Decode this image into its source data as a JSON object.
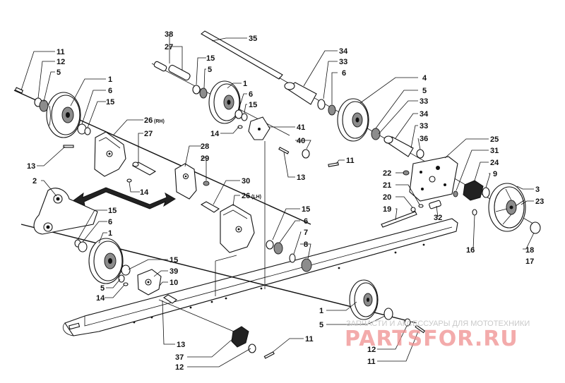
{
  "watermark": {
    "caption": "ЗАПЧАСТИ И АКСЕССУАРЫ ДЛЯ МОТОТЕХНИКИ",
    "logo": "PARTSFOR.RU"
  },
  "labels": {
    "l11a": "11",
    "l12a": "12",
    "l5a": "5",
    "l1a": "1",
    "l6a": "6",
    "l15a": "15",
    "l13a": "13",
    "l26rh": "26",
    "l26rh_suffix": "(RH)",
    "l27a": "27",
    "l14a": "14",
    "l2": "2",
    "l15b": "15",
    "l6b": "6",
    "l1b": "1",
    "l15c": "15",
    "l39": "39",
    "l10": "10",
    "l5b": "5",
    "l14b": "14",
    "l13b": "13",
    "l37": "37",
    "l12b": "12",
    "l11b": "11",
    "l38": "38",
    "l27b": "27",
    "l15d": "15",
    "l5c": "5",
    "l1c": "1",
    "l6c": "6",
    "l15e": "15",
    "l35": "35",
    "l14c": "14",
    "l41": "41",
    "l40": "40",
    "l13c": "13",
    "l11c": "11",
    "l28": "28",
    "l29": "29",
    "l30": "30",
    "l26lh": "26",
    "l26lh_suffix": "(LH)",
    "l15f": "15",
    "l6d": "6",
    "l7": "7",
    "l8": "8",
    "l34a": "34",
    "l33a": "33",
    "l6e": "6",
    "l4": "4",
    "l5d": "5",
    "l33b": "33",
    "l34b": "34",
    "l33c": "33",
    "l36": "36",
    "l25": "25",
    "l31": "31",
    "l24": "24",
    "l9": "9",
    "l22": "22",
    "l21": "21",
    "l20": "20",
    "l19": "19",
    "l32": "32",
    "l3": "3",
    "l23": "23",
    "l16": "16",
    "l18": "18",
    "l17": "17",
    "l1d": "1",
    "l5e": "5",
    "l12c": "12",
    "l11d": "11"
  }
}
